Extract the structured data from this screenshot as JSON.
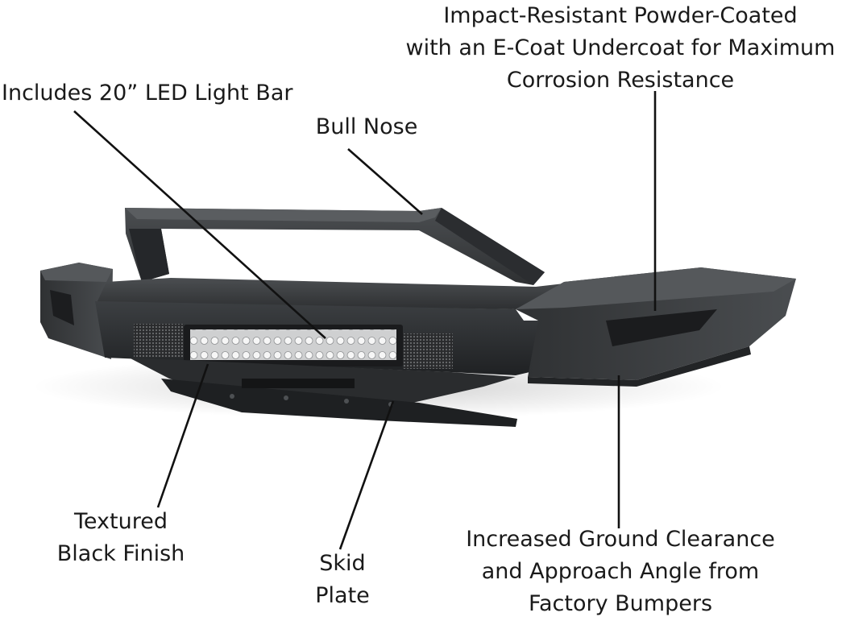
{
  "callouts": {
    "coating": [
      "Impact-Resistant Powder-Coated",
      "with an E-Coat Undercoat for Maximum",
      "Corrosion Resistance"
    ],
    "led_bar": "Includes 20” LED Light Bar",
    "bull_nose": "Bull Nose",
    "finish": [
      "Textured",
      "Black Finish"
    ],
    "skid_plate": [
      "Skid",
      "Plate"
    ],
    "clearance": [
      "Increased Ground Clearance",
      "and Approach Angle from",
      "Factory Bumpers"
    ]
  },
  "colors": {
    "bumper_body": "#3a3c3e",
    "bumper_dark": "#202224",
    "bumper_light": "#55585b",
    "led_glow": "#e8e8e8",
    "text": "#1a1a1a",
    "leader_line": "#111111"
  }
}
